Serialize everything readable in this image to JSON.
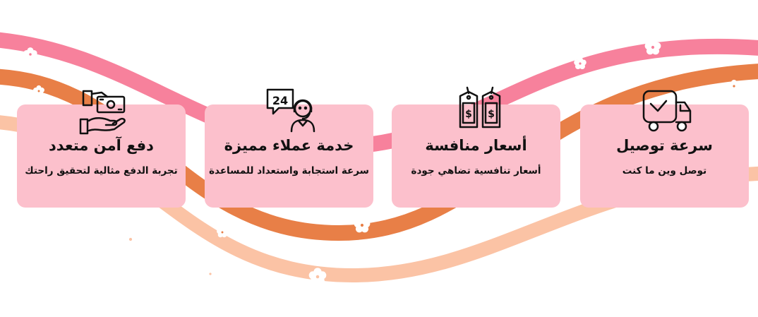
{
  "features": [
    {
      "id": "multi-payment",
      "title": "دفع آمن متعدد",
      "description": "تجربة الدفع مثالية لتحقيق راحتك",
      "icon": "hand-money-icon"
    },
    {
      "id": "customer-service",
      "title": "خدمة عملاء مميزة",
      "description": "سرعة استجابة واستعداد للمساعدة",
      "icon": "support-24-icon",
      "badge": "24"
    },
    {
      "id": "competitive-prices",
      "title": "أسعار منافسة",
      "description": "أسعار تنافسية تضاهي جودة",
      "icon": "price-tags-icon"
    },
    {
      "id": "fast-delivery",
      "title": "سرعة توصيل",
      "description": "توصل وين ما كنت",
      "icon": "delivery-truck-icon"
    }
  ],
  "colors": {
    "card": "#fcc0cc",
    "ribbon_pink": "#f7819c",
    "ribbon_orange": "#e87f47",
    "ribbon_peach": "#fbc3a5",
    "text": "#111111"
  }
}
